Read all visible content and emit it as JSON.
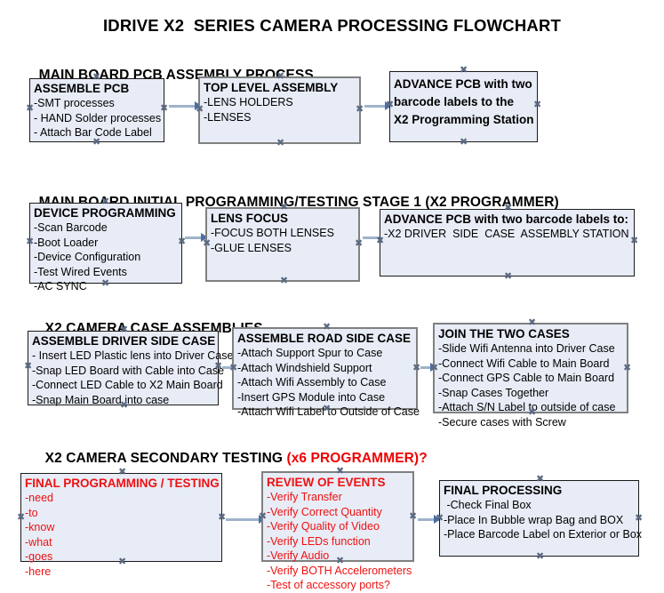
{
  "title": "IDRIVE X2  SERIES CAMERA PROCESSING FLOWCHART",
  "colors": {
    "box_fill": "#e8ecf6",
    "box_border_dark": "#1a1a1a",
    "box_border_gray": "#808080",
    "arrow_line": "#9eb3cc",
    "arrow_head": "#4a6fa5",
    "red_text": "#ee1111",
    "text": "#000000"
  },
  "sections": [
    {
      "heading": "MAIN BOARD PCB ASSEMBLY PROCESS",
      "heading_accent": "",
      "nodes": [
        {
          "title": "ASSEMBLE PCB",
          "lines": [
            "-SMT processes",
            "- HAND Solder processes",
            "- Attach Bar Code Label"
          ],
          "red": false,
          "border": "dark"
        },
        {
          "title": "TOP LEVEL ASSEMBLY",
          "lines": [
            "-LENS HOLDERS",
            "-LENSES"
          ],
          "red": false,
          "border": "gray"
        },
        {
          "title": "ADVANCE PCB with two\nbarcode labels to the\n X2 Programming Station",
          "lines": [],
          "red": false,
          "border": "dark"
        }
      ]
    },
    {
      "heading": "MAIN BOARD INITIAL PROGRAMMING/TESTING STAGE 1 (X2 PROGRAMMER)",
      "heading_accent": "",
      "nodes": [
        {
          "title": "DEVICE PROGRAMMING",
          "lines": [
            "-Scan Barcode",
            "-Boot Loader",
            "-Device Configuration",
            "-Test Wired Events",
            "-AC SYNC"
          ],
          "red": false,
          "border": "dark"
        },
        {
          "title": "LENS FOCUS",
          "lines": [
            "-FOCUS BOTH LENSES",
            "-GLUE LENSES"
          ],
          "red": false,
          "border": "gray"
        },
        {
          "title": "ADVANCE PCB with two barcode labels to:",
          "lines": [
            "-X2 DRIVER  SIDE  CASE  ASSEMBLY STATION"
          ],
          "red": false,
          "border": "dark"
        }
      ]
    },
    {
      "heading": "X2 CAMERA CASE ASSEMBLIES",
      "heading_accent": "",
      "nodes": [
        {
          "title": "ASSEMBLE DRIVER SIDE CASE",
          "lines": [
            "- Insert LED Plastic lens into Driver Case",
            "-Snap LED Board with Cable into Case",
            "-Connect LED Cable to X2 Main Board",
            "-Snap Main Board into case"
          ],
          "red": false,
          "border": "dark"
        },
        {
          "title": "ASSEMBLE ROAD SIDE CASE",
          "lines": [
            "-Attach Support Spur to Case",
            "-Attach Windshield Support",
            "-Attach Wifi Assembly to Case",
            "-Insert GPS Module into Case",
            "-Attach Wifi Label to Outside of Case"
          ],
          "red": false,
          "border": "gray"
        },
        {
          "title": "JOIN THE TWO CASES",
          "lines": [
            "-Slide Wifi Antenna into Driver Case",
            "-Connect Wifi Cable to Main Board",
            "-Connect GPS Cable to Main Board",
            "-Snap Cases Together",
            "-Attach S/N Label to outside of case",
            "-Secure cases with Screw"
          ],
          "red": false,
          "border": "gray"
        }
      ]
    },
    {
      "heading": "X2 CAMERA SECONDARY TESTING ",
      "heading_accent": "(x6 PROGRAMMER)?",
      "nodes": [
        {
          "title": "FINAL PROGRAMMING / TESTING",
          "lines": [
            "-need",
            "-to",
            "-know",
            "-what",
            "-goes",
            "-here"
          ],
          "red": true,
          "border": "dark"
        },
        {
          "title": "REVIEW OF EVENTS",
          "lines": [
            "-Verify Transfer",
            "-Verify Correct Quantity",
            "-Verify Quality of Video",
            "-Verify LEDs function",
            "-Verify Audio",
            "-Verify BOTH Accelerometers"
          ],
          "overflow_line": "-Test of accessory ports?",
          "red": true,
          "border": "gray"
        },
        {
          "title": "FINAL PROCESSING",
          "lines": [
            " -Check Final Box",
            "-Place In Bubble wrap Bag and BOX",
            "-Place Barcode Label on Exterior or Box"
          ],
          "red": false,
          "border": "dark"
        }
      ]
    }
  ]
}
